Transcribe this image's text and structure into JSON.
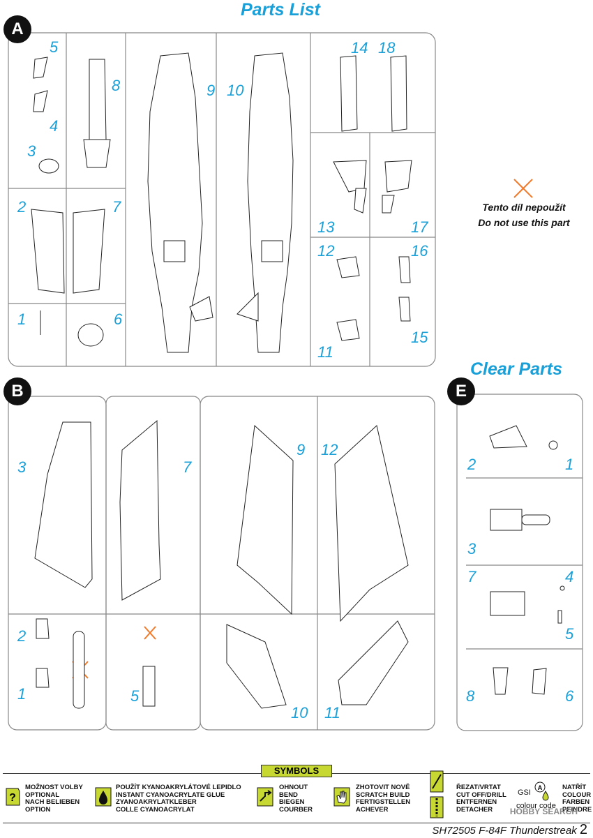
{
  "titles": {
    "parts_list": "Parts List",
    "clear_parts": "Clear Parts"
  },
  "sprues": {
    "a": "A",
    "b": "B",
    "e": "E"
  },
  "sprue_a_labels": {
    "p1": "1",
    "p2": "2",
    "p3": "3",
    "p4": "4",
    "p5": "5",
    "p6": "6",
    "p7": "7",
    "p8": "8",
    "p9": "9",
    "p10": "10",
    "p11": "11",
    "p12": "12",
    "p13": "13",
    "p14": "14",
    "p15": "15",
    "p16": "16",
    "p17": "17",
    "p18": "18"
  },
  "sprue_b_labels": {
    "p1": "1",
    "p2": "2",
    "p3": "3",
    "p5": "5",
    "p7": "7",
    "p9": "9",
    "p10": "10",
    "p11": "11",
    "p12": "12"
  },
  "sprue_e_labels": {
    "p1": "1",
    "p2": "2",
    "p3": "3",
    "p4": "4",
    "p5": "5",
    "p6": "6",
    "p7": "7",
    "p8": "8"
  },
  "note": {
    "line1": "Tento díl nepoužít",
    "line2": "Do not use this part"
  },
  "symbols": {
    "title": "SYMBOLS",
    "optional": [
      "MOŽNOST VOLBY",
      "OPTIONAL",
      "NACH BELIEBEN",
      "OPTION"
    ],
    "glue": [
      "POUŽÍT KYANOAKRYLÁTOVÉ LEPIDLO",
      "INSTANT CYANOACRYLATE GLUE",
      "ZYANOAKRYLATKLEBER",
      "COLLE CYANOACRYLAT"
    ],
    "bend": [
      "OHNOUT",
      "BEND",
      "BIEGEN",
      "COURBER"
    ],
    "scratch": [
      "ZHOTOVIT NOVĚ",
      "SCRATCH BUILD",
      "FERTIGSTELLEN",
      "ACHEVER"
    ],
    "cut": [
      "ŘEZAT/VRTAT",
      "CUT OFF/DRILL",
      "ENTFERNEN",
      "DETACHER"
    ],
    "paint": [
      "NATŘÍT",
      "COLOUR",
      "FARBEN",
      "PEINDRE"
    ],
    "gsi": "GSI",
    "gsi_letter": "A",
    "colour_code": "colour code"
  },
  "watermark": "HOBBY SEARCH",
  "footer": {
    "code": "SH72505",
    "name": "F-84F Thunderstreak",
    "page": "2"
  },
  "colors": {
    "accent": "#1aa0d8",
    "symbols_bar": "#c6d831",
    "do_not_use": "#f07a2a"
  }
}
